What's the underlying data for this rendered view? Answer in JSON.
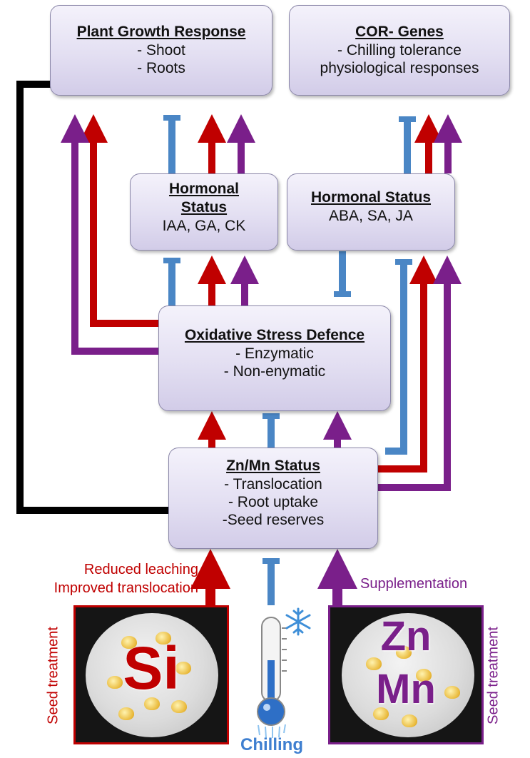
{
  "nodes": {
    "plant_growth": {
      "title": "Plant Growth Response",
      "lines": [
        "- Shoot",
        "- Roots"
      ]
    },
    "cor_genes": {
      "title": "COR- Genes",
      "lines": [
        "- Chilling tolerance",
        "physiological responses"
      ]
    },
    "hormonal_left": {
      "title_lines": [
        "Hormonal",
        "Status"
      ],
      "lines": [
        "IAA, GA, CK"
      ]
    },
    "hormonal_right": {
      "title": "Hormonal Status",
      "lines": [
        "ABA, SA, JA"
      ]
    },
    "oxidative": {
      "title": "Oxidative Stress Defence",
      "lines": [
        "- Enzymatic",
        "- Non-enymatic"
      ]
    },
    "znmn": {
      "title": "Zn/Mn Status",
      "lines": [
        "- Translocation",
        "- Root uptake",
        "-Seed reserves"
      ]
    }
  },
  "labels": {
    "si_effect": [
      "Reduced leaching",
      "Improved translocation"
    ],
    "supplementation": "Supplementation",
    "seed_treatment_left": "Seed treatment",
    "seed_treatment_right": "Seed treatment",
    "si_overlay": "Si",
    "znmn_overlay": [
      "Zn",
      "Mn"
    ],
    "chilling": "Chilling"
  },
  "colors": {
    "silicon": "#c00000",
    "zinc_manganese": "#7a1f8a",
    "chilling": "#4a86c5",
    "feedback": "#000000",
    "node_border": "#8a86a8"
  },
  "icons": [
    "thermometer-icon",
    "snowflake-icon"
  ]
}
